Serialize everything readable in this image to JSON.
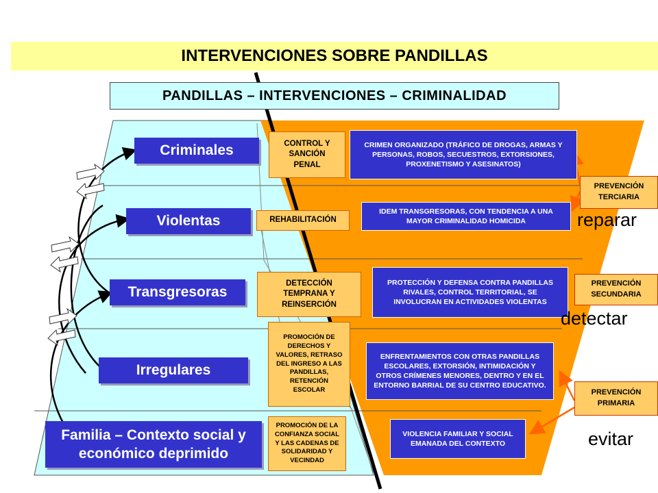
{
  "title": "INTERVENCIONES SOBRE PANDILLAS",
  "subtitle": "PANDILLAS – INTERVENCIONES – CRIMINALIDAD",
  "levels": [
    {
      "label": "Criminales"
    },
    {
      "label": "Violentas"
    },
    {
      "label": "Transgresoras"
    },
    {
      "label": "Irregulares"
    },
    {
      "label": "Familia – Contexto social y económico deprimido"
    }
  ],
  "interventions": [
    {
      "label": "CONTROL Y SANCIÓN PENAL"
    },
    {
      "label": "REHABILITACIÓN"
    },
    {
      "label": "DETECCIÓN TEMPRANA Y REINSERCIÓN"
    },
    {
      "label": "PROMOCIÓN DE DERECHOS Y VALORES, RETRASO DEL INGRESO A LAS PANDILLAS, RETENCIÓN ESCOLAR"
    },
    {
      "label": "PROMOCIÓN DE LA CONFIANZA SOCIAL Y LAS CADENAS DE SOLIDARIDAD Y VECINDAD"
    }
  ],
  "descriptions": [
    {
      "text": "CRIMEN ORGANIZADO (TRÁFICO DE DROGAS, ARMAS Y PERSONAS, ROBOS, SECUESTROS, EXTORSIONES, PROXENETISMO Y ASESINATOS)"
    },
    {
      "text": "IDEM TRANSGRESORAS, CON TENDENCIA A UNA MAYOR CRIMINALIDAD HOMICIDA"
    },
    {
      "text": "PROTECCIÓN Y DEFENSA CONTRA PANDILLAS RIVALES, CONTROL TERRITORIAL, SE INVOLUCRAN EN ACTIVIDADES VIOLENTAS"
    },
    {
      "text": "ENFRENTAMIENTOS CON OTRAS PANDILLAS ESCOLARES, EXTORSIÓN, INTIMIDACIÓN Y OTROS CRÍMENES MENORES, DENTRO Y EN EL ENTORNO BARRIAL DE SU CENTRO EDUCATIVO."
    },
    {
      "text": "VIOLENCIA FAMILIAR Y SOCIAL EMANADA DEL CONTEXTO"
    }
  ],
  "prevention": [
    {
      "label": "PREVENCIÓN TERCIARIA",
      "verb": "reparar"
    },
    {
      "label": "PREVENCIÓN SECUNDARIA",
      "verb": "detectar"
    },
    {
      "label": "PREVENCIÓN PRIMARIA",
      "verb": "evitar"
    }
  ],
  "colors": {
    "pyramid_left": "#ccffff",
    "pyramid_right": "#ff9900",
    "level_box": "#3333cc",
    "title_bg": "#ffff99"
  }
}
